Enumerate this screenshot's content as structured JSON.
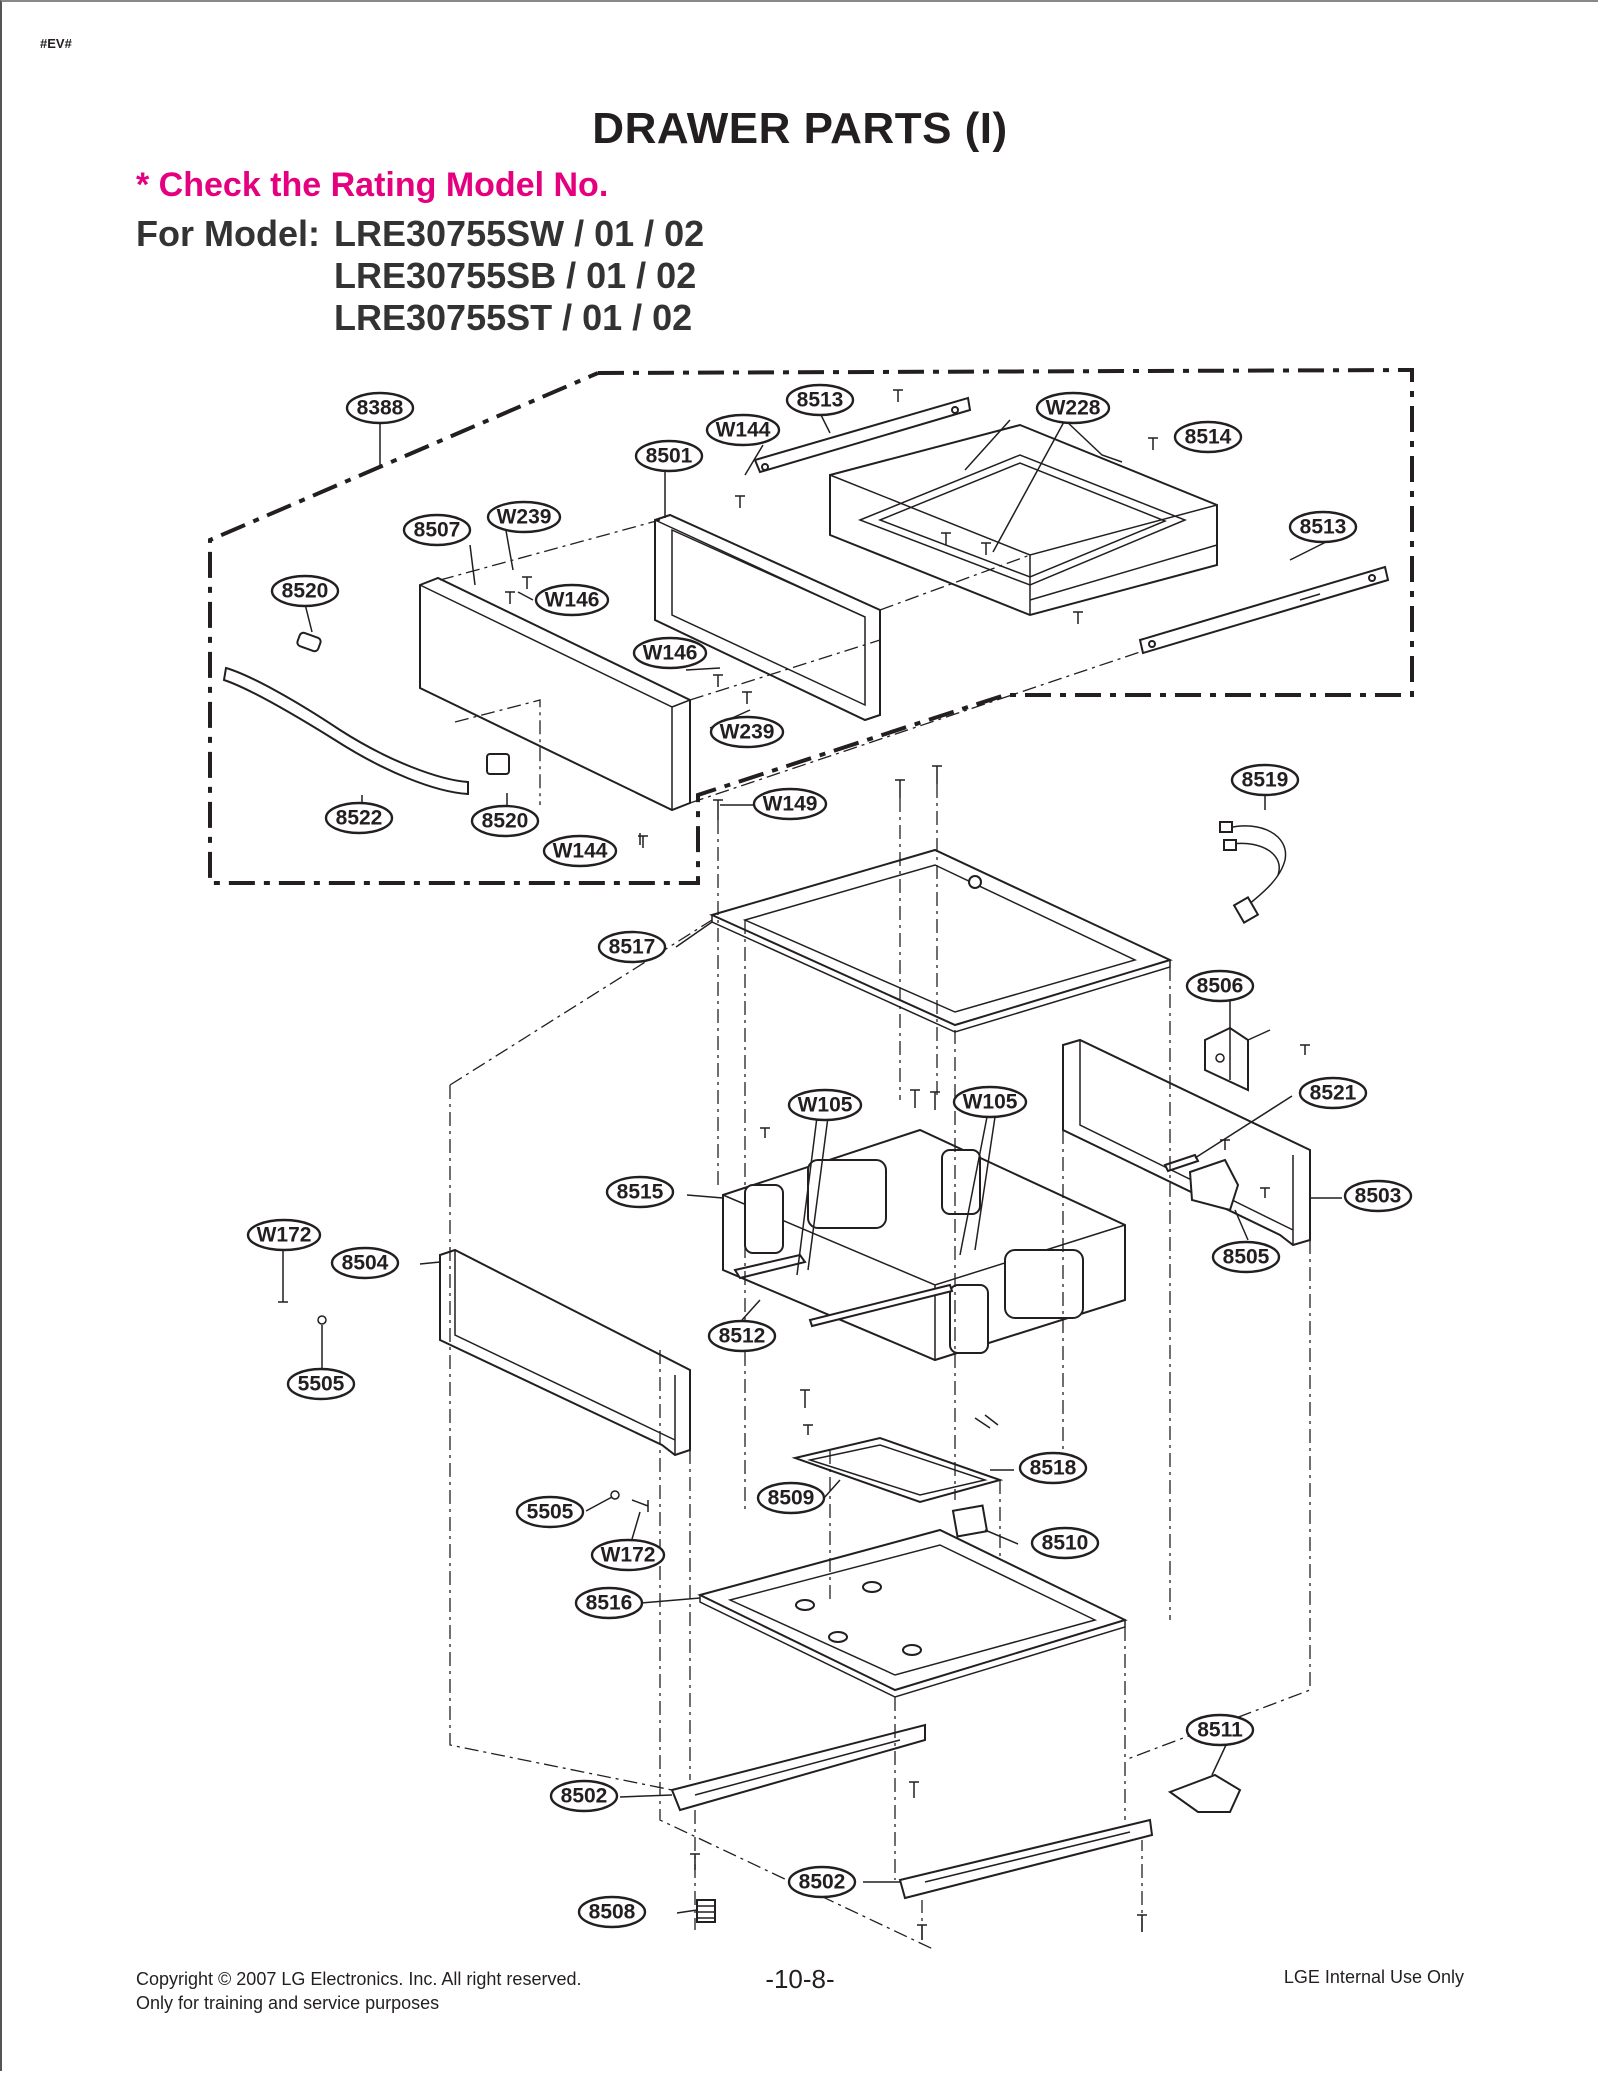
{
  "header": {
    "tag": "#EV#",
    "title": "DRAWER PARTS (I)",
    "note": "* Check the Rating Model No.",
    "model_label": "For Model:",
    "models": [
      "LRE30755SW / 01 / 02",
      "LRE30755SB / 01 / 02",
      "LRE30755ST / 01 / 02"
    ]
  },
  "callouts": {
    "c8388": "8388",
    "c8513a": "8513",
    "cW228": "W228",
    "cW144a": "W144",
    "c8514": "8514",
    "c8501": "8501",
    "c8507": "8507",
    "cW239a": "W239",
    "c8513b": "8513",
    "c8520a": "8520",
    "cW146a": "W146",
    "cW146b": "W146",
    "cW239b": "W239",
    "c8522": "8522",
    "c8520b": "8520",
    "cW149": "W149",
    "c8519": "8519",
    "cW144b": "W144",
    "c8517": "8517",
    "c8506": "8506",
    "cW105a": "W105",
    "cW105b": "W105",
    "c8521": "8521",
    "c8515": "8515",
    "c8503": "8503",
    "cW172a": "W172",
    "c8504": "8504",
    "c8505": "8505",
    "c8512": "8512",
    "c5505a": "5505",
    "c8518": "8518",
    "c5505b": "5505",
    "c8509": "8509",
    "c8510": "8510",
    "cW172b": "W172",
    "c8516": "8516",
    "c8511": "8511",
    "c8502a": "8502",
    "c8502b": "8502",
    "c8508": "8508"
  },
  "footer": {
    "copyright": "Copyright © 2007 LG Electronics. Inc. All right reserved.",
    "purpose": "Only for training and service purposes",
    "page": "-10-8-",
    "internal": "LGE Internal Use Only"
  }
}
